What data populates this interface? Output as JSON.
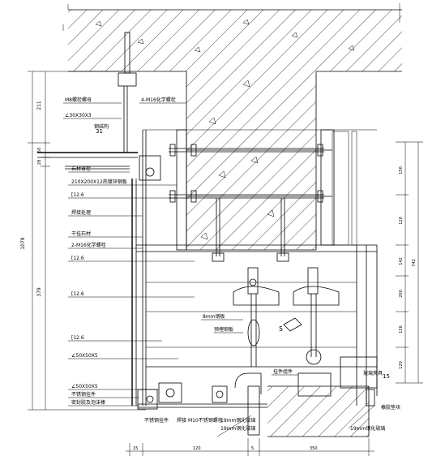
{
  "labels": {
    "m8_bolt": "M8螺栓螺母",
    "m16_anchor": "4-M16化学螺栓",
    "angle_30": "∠30X30X3",
    "stone_sealant": "石材背栓",
    "steel_plate": "210X200X12热镀锌钢板",
    "channel_top": "[12.6",
    "weld": "焊接处理",
    "dry_hang": "干挂石材",
    "m16_bolt": "2-M16化学螺栓",
    "channel_2": "[12.6",
    "channel_3": "[12.6",
    "rod": "8mm钢板",
    "channel_4": "[12.6",
    "plate_label": "预埋钢板",
    "angle_50a": "∠50X50X5",
    "angle_50b": "∠50X50X5",
    "stainless": "不锈钢挂件",
    "sealant_strip": "密封胶及泡沫棒",
    "hang_piece": "挂件组件",
    "stone_clip": "不锈钢挂件",
    "weld_m10": "焊接",
    "m10": "M10不锈钢螺栓",
    "glass_19a": "19mm钢化玻璃",
    "glass_19b": "19mm钢化玻璃",
    "glass_19c": "19mm钢化玻璃",
    "rubber": "橡胶垫块",
    "ground_clip": "玻璃夹具",
    "steel_note": "钢结构"
  },
  "dims_left": {
    "total": "1079",
    "d1": "211",
    "d2": "50",
    "d3": "28",
    "d4": "379",
    "angle_marker": "31"
  },
  "dims_right": {
    "r1": "150",
    "r2": "120",
    "r3": "142",
    "r4": "200",
    "r5": "126",
    "r6": "120",
    "total": "742",
    "r7": "15"
  },
  "dims_bottom": {
    "b1": "15",
    "b2": "120",
    "b3": "350",
    "b4": "5"
  },
  "markers": {
    "section_5": "5"
  }
}
